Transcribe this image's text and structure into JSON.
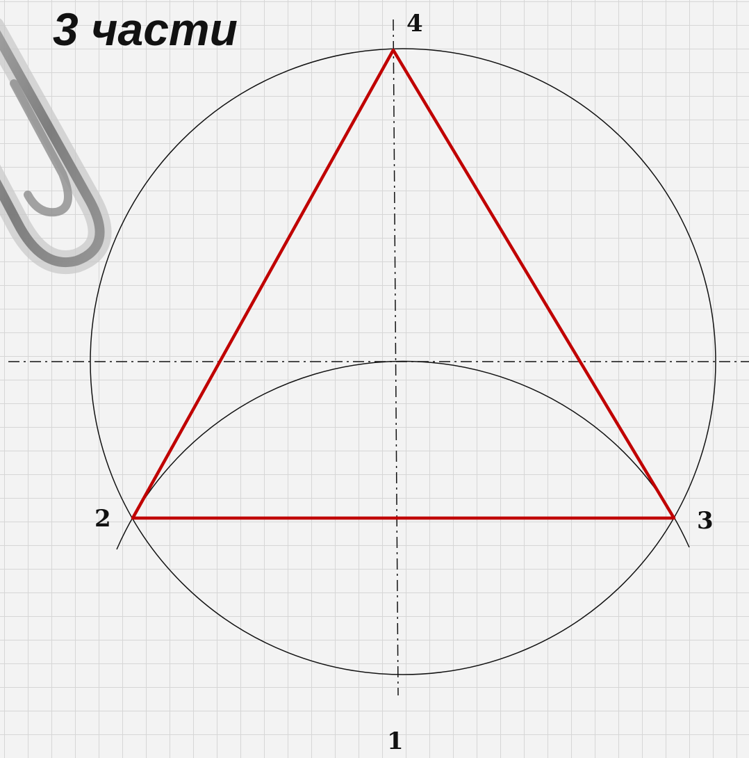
{
  "title": "3 части",
  "points": {
    "p1": "1",
    "p2": "2",
    "p3": "3",
    "p4": "4"
  },
  "colors": {
    "background": "#f3f3f3",
    "grid": "#d2d2d2",
    "construction_line": "#111111",
    "triangle": "#c00000"
  },
  "icons": [
    "paper-clip-icon"
  ]
}
